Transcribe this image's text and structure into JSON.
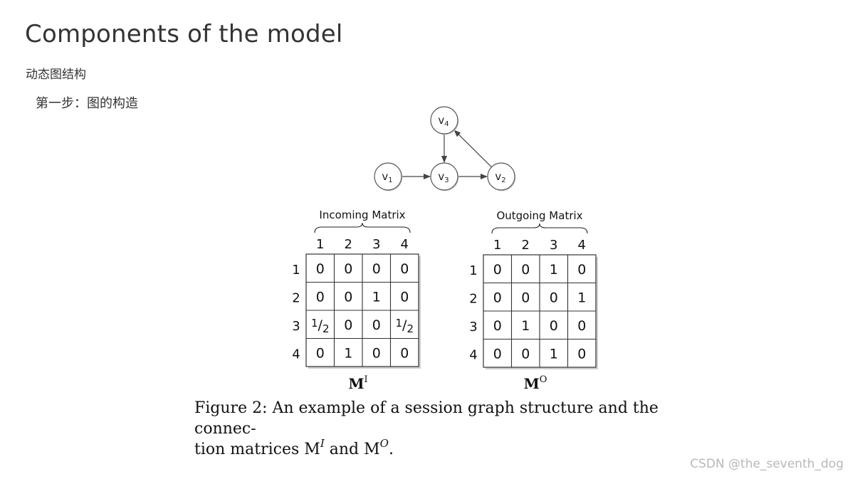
{
  "page": {
    "title": "Components of the model",
    "section": "动态图结构",
    "step": "第一步：图的构造"
  },
  "graph": {
    "nodes": [
      {
        "id": "v1",
        "base": "v",
        "sub": "1"
      },
      {
        "id": "v2",
        "base": "v",
        "sub": "2"
      },
      {
        "id": "v3",
        "base": "v",
        "sub": "3"
      },
      {
        "id": "v4",
        "base": "v",
        "sub": "4"
      }
    ],
    "edges": [
      {
        "from": "v1",
        "to": "v3"
      },
      {
        "from": "v3",
        "to": "v2"
      },
      {
        "from": "v4",
        "to": "v3"
      },
      {
        "from": "v2",
        "to": "v4"
      }
    ]
  },
  "incoming": {
    "title": "Incoming Matrix",
    "col_headers": [
      "1",
      "2",
      "3",
      "4"
    ],
    "row_headers": [
      "1",
      "2",
      "3",
      "4"
    ],
    "cells": [
      [
        "0",
        "0",
        "0",
        "0"
      ],
      [
        "0",
        "0",
        "1",
        "0"
      ],
      [
        "1/2",
        "0",
        "0",
        "1/2"
      ],
      [
        "0",
        "1",
        "0",
        "0"
      ]
    ],
    "label_base": "M",
    "label_sup": "I"
  },
  "outgoing": {
    "title": "Outgoing Matrix",
    "col_headers": [
      "1",
      "2",
      "3",
      "4"
    ],
    "row_headers": [
      "1",
      "2",
      "3",
      "4"
    ],
    "cells": [
      [
        "0",
        "0",
        "1",
        "0"
      ],
      [
        "0",
        "0",
        "0",
        "1"
      ],
      [
        "0",
        "1",
        "0",
        "0"
      ],
      [
        "0",
        "0",
        "1",
        "0"
      ]
    ],
    "label_base": "M",
    "label_sup": "O"
  },
  "caption": {
    "line1": "Figure 2: An example of a session graph structure and the connec-",
    "line2_prefix": "tion matrices M",
    "line2_sup1": "I",
    "line2_mid": " and M",
    "line2_sup2": "O",
    "line2_suffix": "."
  },
  "watermark": "CSDN @the_seventh_dog"
}
